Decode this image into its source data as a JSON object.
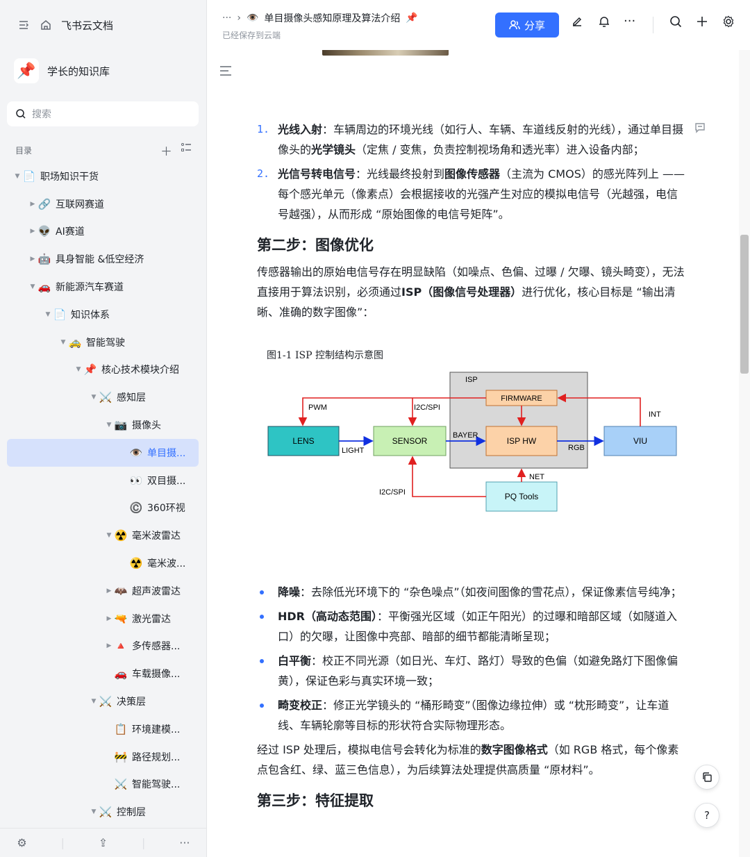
{
  "sidebar": {
    "app_name": "飞书云文档",
    "kb_name": "学长的知识库",
    "kb_logo": "📌",
    "search_placeholder": "搜索",
    "toc_label": "目录",
    "tree": [
      {
        "label": "职场知识干货",
        "emoji": "📄",
        "level": 0,
        "arrow": "▼"
      },
      {
        "label": "互联网赛道",
        "emoji": "🔗",
        "level": 1,
        "arrow": "▶"
      },
      {
        "label": "AI赛道",
        "emoji": "👽",
        "level": 1,
        "arrow": "▶"
      },
      {
        "label": "具身智能 &低空经济",
        "emoji": "🤖",
        "level": 1,
        "arrow": "▶"
      },
      {
        "label": "新能源汽车赛道",
        "emoji": "🚗",
        "level": 1,
        "arrow": "▼"
      },
      {
        "label": "知识体系",
        "emoji": "📄",
        "level": 2,
        "arrow": "▼"
      },
      {
        "label": "智能驾驶",
        "emoji": "🚕",
        "level": 3,
        "arrow": "▼"
      },
      {
        "label": "核心技术模块介绍",
        "emoji": "📌",
        "level": 4,
        "arrow": "▼"
      },
      {
        "label": "感知层",
        "emoji": "⚔️",
        "level": 5,
        "arrow": "▼"
      },
      {
        "label": "摄像头",
        "emoji": "📷",
        "level": 6,
        "arrow": "▼"
      },
      {
        "label": "单目摄...",
        "emoji": "👁️",
        "level": 7,
        "arrow": "",
        "active": true
      },
      {
        "label": "双目摄...",
        "emoji": "👀",
        "level": 7,
        "arrow": ""
      },
      {
        "label": "360环视",
        "emoji": "©️",
        "level": 7,
        "arrow": ""
      },
      {
        "label": "毫米波雷达",
        "emoji": "☢️",
        "level": 6,
        "arrow": "▼"
      },
      {
        "label": "毫米波...",
        "emoji": "☢️",
        "level": 7,
        "arrow": ""
      },
      {
        "label": "超声波雷达",
        "emoji": "🦇",
        "level": 6,
        "arrow": "▶"
      },
      {
        "label": "激光雷达",
        "emoji": "🔫",
        "level": 6,
        "arrow": "▶"
      },
      {
        "label": "多传感器...",
        "emoji": "🔺",
        "level": 6,
        "arrow": "▶"
      },
      {
        "label": "车载摄像...",
        "emoji": "🚗",
        "level": 6,
        "arrow": ""
      },
      {
        "label": "决策层",
        "emoji": "⚔️",
        "level": 5,
        "arrow": "▼"
      },
      {
        "label": "环境建模...",
        "emoji": "📋",
        "level": 6,
        "arrow": ""
      },
      {
        "label": "路径规划...",
        "emoji": "🚧",
        "level": 6,
        "arrow": ""
      },
      {
        "label": "智能驾驶...",
        "emoji": "⚔️",
        "level": 6,
        "arrow": ""
      },
      {
        "label": "控制层",
        "emoji": "⚔️",
        "level": 5,
        "arrow": "▼"
      }
    ]
  },
  "header": {
    "doc_title": "单目摄像头感知原理及算法介绍",
    "saved_status": "已经保存到云端",
    "share_label": "分享"
  },
  "doc": {
    "ol": [
      {
        "num": "1.",
        "segments": [
          {
            "b": "光线入射"
          },
          {
            "t": "：车辆周边的环境光线（如行人、车辆、车道线反射的光线），通过单目摄像头的"
          },
          {
            "b": "光学镜头"
          },
          {
            "t": "（定焦 / 变焦，负责控制视场角和透光率）进入设备内部；"
          }
        ]
      },
      {
        "num": "2.",
        "segments": [
          {
            "b": "光信号转电信号"
          },
          {
            "t": "：光线最终投射到"
          },
          {
            "b": "图像传感器"
          },
          {
            "t": "（主流为 CMOS）的感光阵列上 —— 每个感光单元（像素点）会根据接收的光强产生对应的模拟电信号（光越强，电信号越强），从而形成 “原始图像的电信号矩阵”。"
          }
        ]
      }
    ],
    "h2_step2": "第二步：图像优化",
    "p_step2": [
      {
        "t": "传感器输出的原始电信号存在明显缺陷（如噪点、色偏、过曝 / 欠曝、镜头畸变），无法直接用于算法识别，必须通过"
      },
      {
        "b": "ISP（图像信号处理器）"
      },
      {
        "t": "进行优化，核心目标是 “输出清晰、准确的数字图像”："
      }
    ],
    "figure": {
      "title": "图1-1 ISP 控制结构示意图",
      "labels": {
        "isp": "ISP",
        "firmware": "FIRMWARE",
        "isp_hw": "ISP HW",
        "lens": "LENS",
        "sensor": "SENSOR",
        "viu": "VIU",
        "pq_tools": "PQ Tools",
        "pwm": "PWM",
        "i2c_spi_top": "I2C/SPI",
        "i2c_spi_bottom": "I2C/SPI",
        "light": "LIGHT",
        "bayer": "BAYER",
        "rgb": "RGB",
        "int": "INT",
        "net": "NET"
      },
      "colors": {
        "lens": "#2ec4c4",
        "sensor": "#c8f0b4",
        "firmware": "#fcd2a8",
        "isp_hw": "#fcd2a8",
        "viu": "#a8d0f8",
        "pq_tools": "#c8f4f8",
        "isp_box": "#d8d8d8",
        "red_arrow": "#e02020",
        "blue_arrow": "#1030e0"
      }
    },
    "ul": [
      [
        {
          "b": "降噪"
        },
        {
          "t": "：去除低光环境下的 “杂色噪点”（如夜间图像的雪花点），保证像素信号纯净；"
        }
      ],
      [
        {
          "b": "HDR（高动态范围）"
        },
        {
          "t": "：平衡强光区域（如正午阳光）的过曝和暗部区域（如隧道入口）的欠曝，让图像中亮部、暗部的细节都能清晰呈现；"
        }
      ],
      [
        {
          "b": "白平衡"
        },
        {
          "t": "：校正不同光源（如日光、车灯、路灯）导致的色偏（如避免路灯下图像偏黄），保证色彩与真实环境一致；"
        }
      ],
      [
        {
          "b": "畸变校正"
        },
        {
          "t": "：修正光学镜头的 “桶形畸变”（图像边缘拉伸）或 “枕形畸变”，让车道线、车辆轮廓等目标的形状符合实际物理形态。"
        }
      ]
    ],
    "p_after": [
      {
        "t": "经过 ISP 处理后，模拟电信号会转化为标准的"
      },
      {
        "b": "数字图像格式"
      },
      {
        "t": "（如 RGB 格式，每个像素点包含红、绿、蓝三色信息），为后续算法处理提供高质量 “原材料”。"
      }
    ],
    "h2_step3": "第三步：特征提取"
  }
}
